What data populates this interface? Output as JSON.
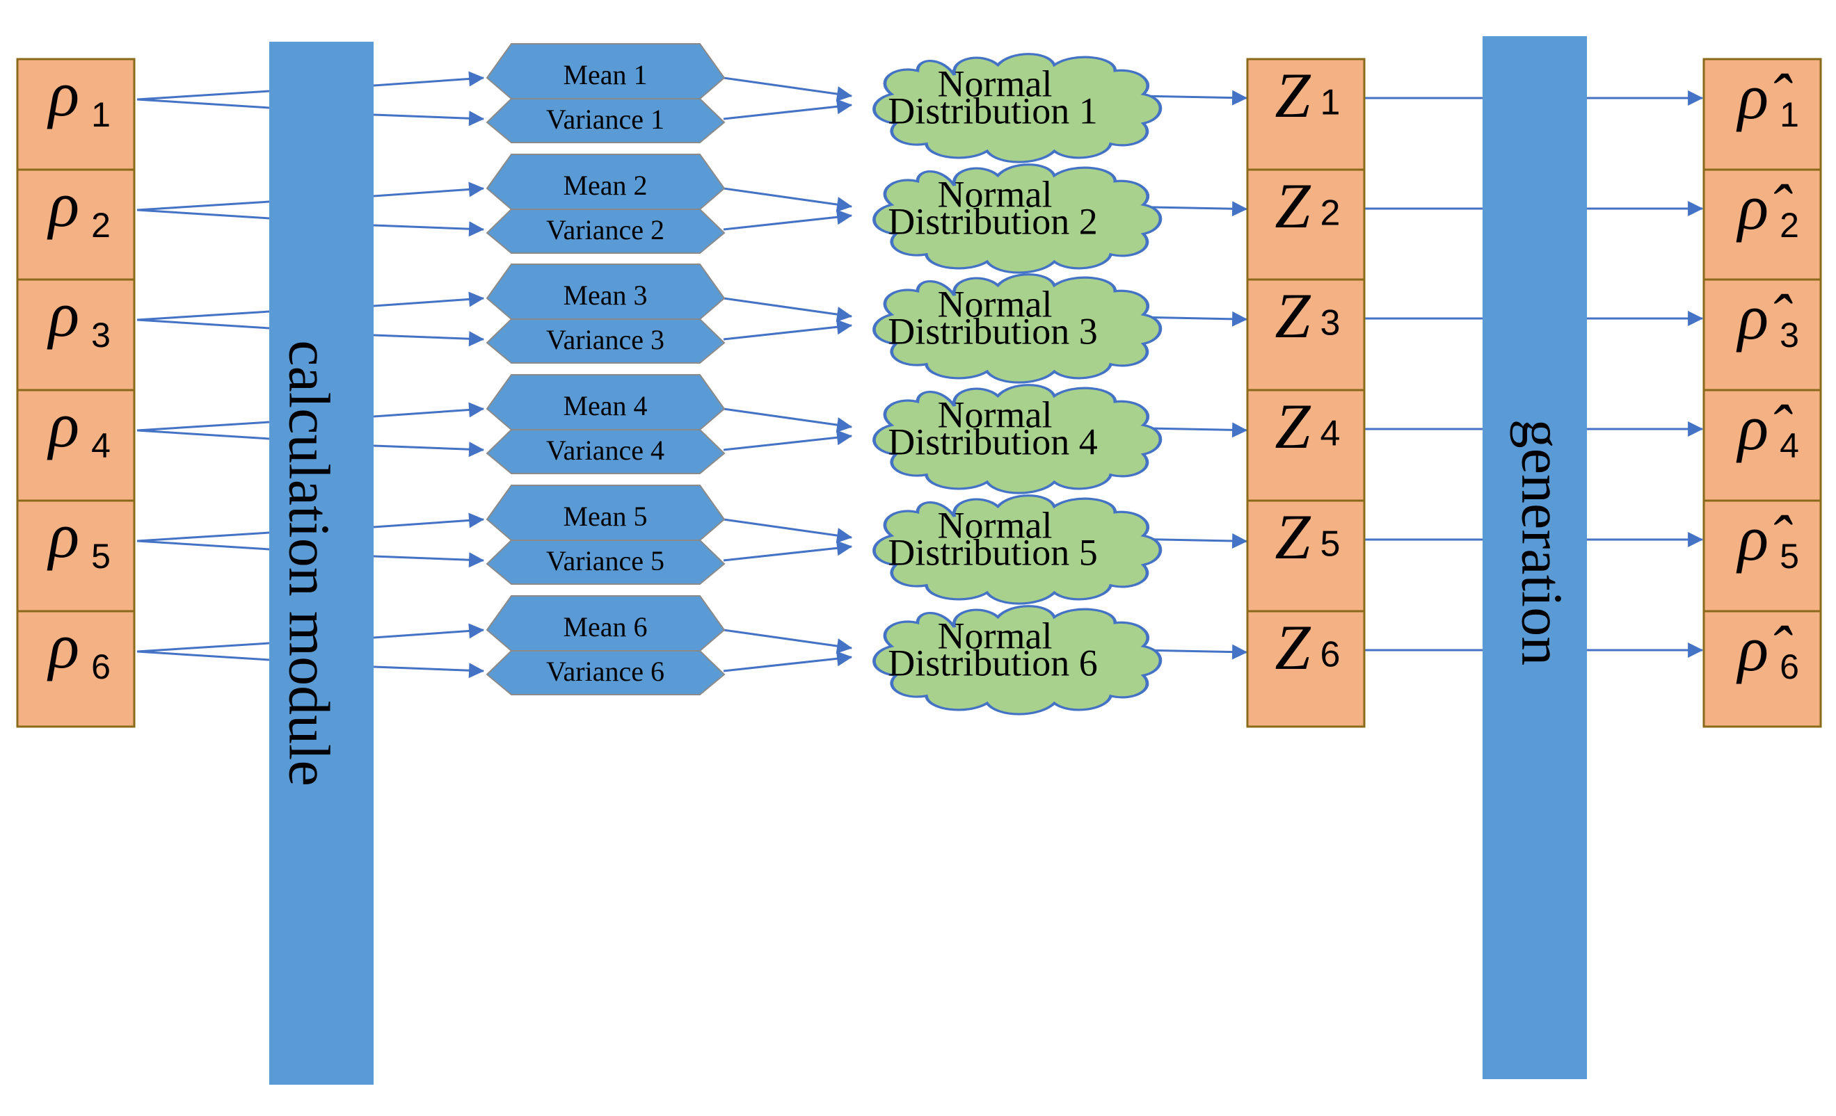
{
  "colors": {
    "orange_fill": "#f4b183",
    "orange_stroke": "#8a6a1a",
    "blue_bar": "#5b9bd5",
    "hex_fill": "#5b9bd5",
    "hex_stroke": "#8a8a8a",
    "cloud_fill": "#a9d18e",
    "cloud_stroke": "#4472c4",
    "arrow": "#4472c4",
    "text": "#000000"
  },
  "calculation_module": {
    "label": "calculation module"
  },
  "generation_module": {
    "label": "generation"
  },
  "rows": [
    {
      "input_symbol": "ρ",
      "input_sub": "1",
      "mean_label": "Mean 1",
      "variance_label": "Variance 1",
      "dist_line1": "Normal",
      "dist_line2": "Distribution 1",
      "z_symbol": "Z",
      "z_sub": "1",
      "output_symbol": "ρ̂",
      "output_sub": "1"
    },
    {
      "input_symbol": "ρ",
      "input_sub": "2",
      "mean_label": "Mean 2",
      "variance_label": "Variance 2",
      "dist_line1": "Normal",
      "dist_line2": "Distribution 2",
      "z_symbol": "Z",
      "z_sub": "2",
      "output_symbol": "ρ̂",
      "output_sub": "2"
    },
    {
      "input_symbol": "ρ",
      "input_sub": "3",
      "mean_label": "Mean 3",
      "variance_label": "Variance 3",
      "dist_line1": "Normal",
      "dist_line2": "Distribution 3",
      "z_symbol": "Z",
      "z_sub": "3",
      "output_symbol": "ρ̂",
      "output_sub": "3"
    },
    {
      "input_symbol": "ρ",
      "input_sub": "4",
      "mean_label": "Mean 4",
      "variance_label": "Variance 4",
      "dist_line1": "Normal",
      "dist_line2": "Distribution 4",
      "z_symbol": "Z",
      "z_sub": "4",
      "output_symbol": "ρ̂",
      "output_sub": "4"
    },
    {
      "input_symbol": "ρ",
      "input_sub": "5",
      "mean_label": "Mean 5",
      "variance_label": "Variance 5",
      "dist_line1": "Normal",
      "dist_line2": "Distribution 5",
      "z_symbol": "Z",
      "z_sub": "5",
      "output_symbol": "ρ̂",
      "output_sub": "5"
    },
    {
      "input_symbol": "ρ",
      "input_sub": "6",
      "mean_label": "Mean 6",
      "variance_label": "Variance 6",
      "dist_line1": "Normal",
      "dist_line2": "Distribution 6",
      "z_symbol": "Z",
      "z_sub": "6",
      "output_symbol": "ρ̂",
      "output_sub": "6"
    }
  ]
}
